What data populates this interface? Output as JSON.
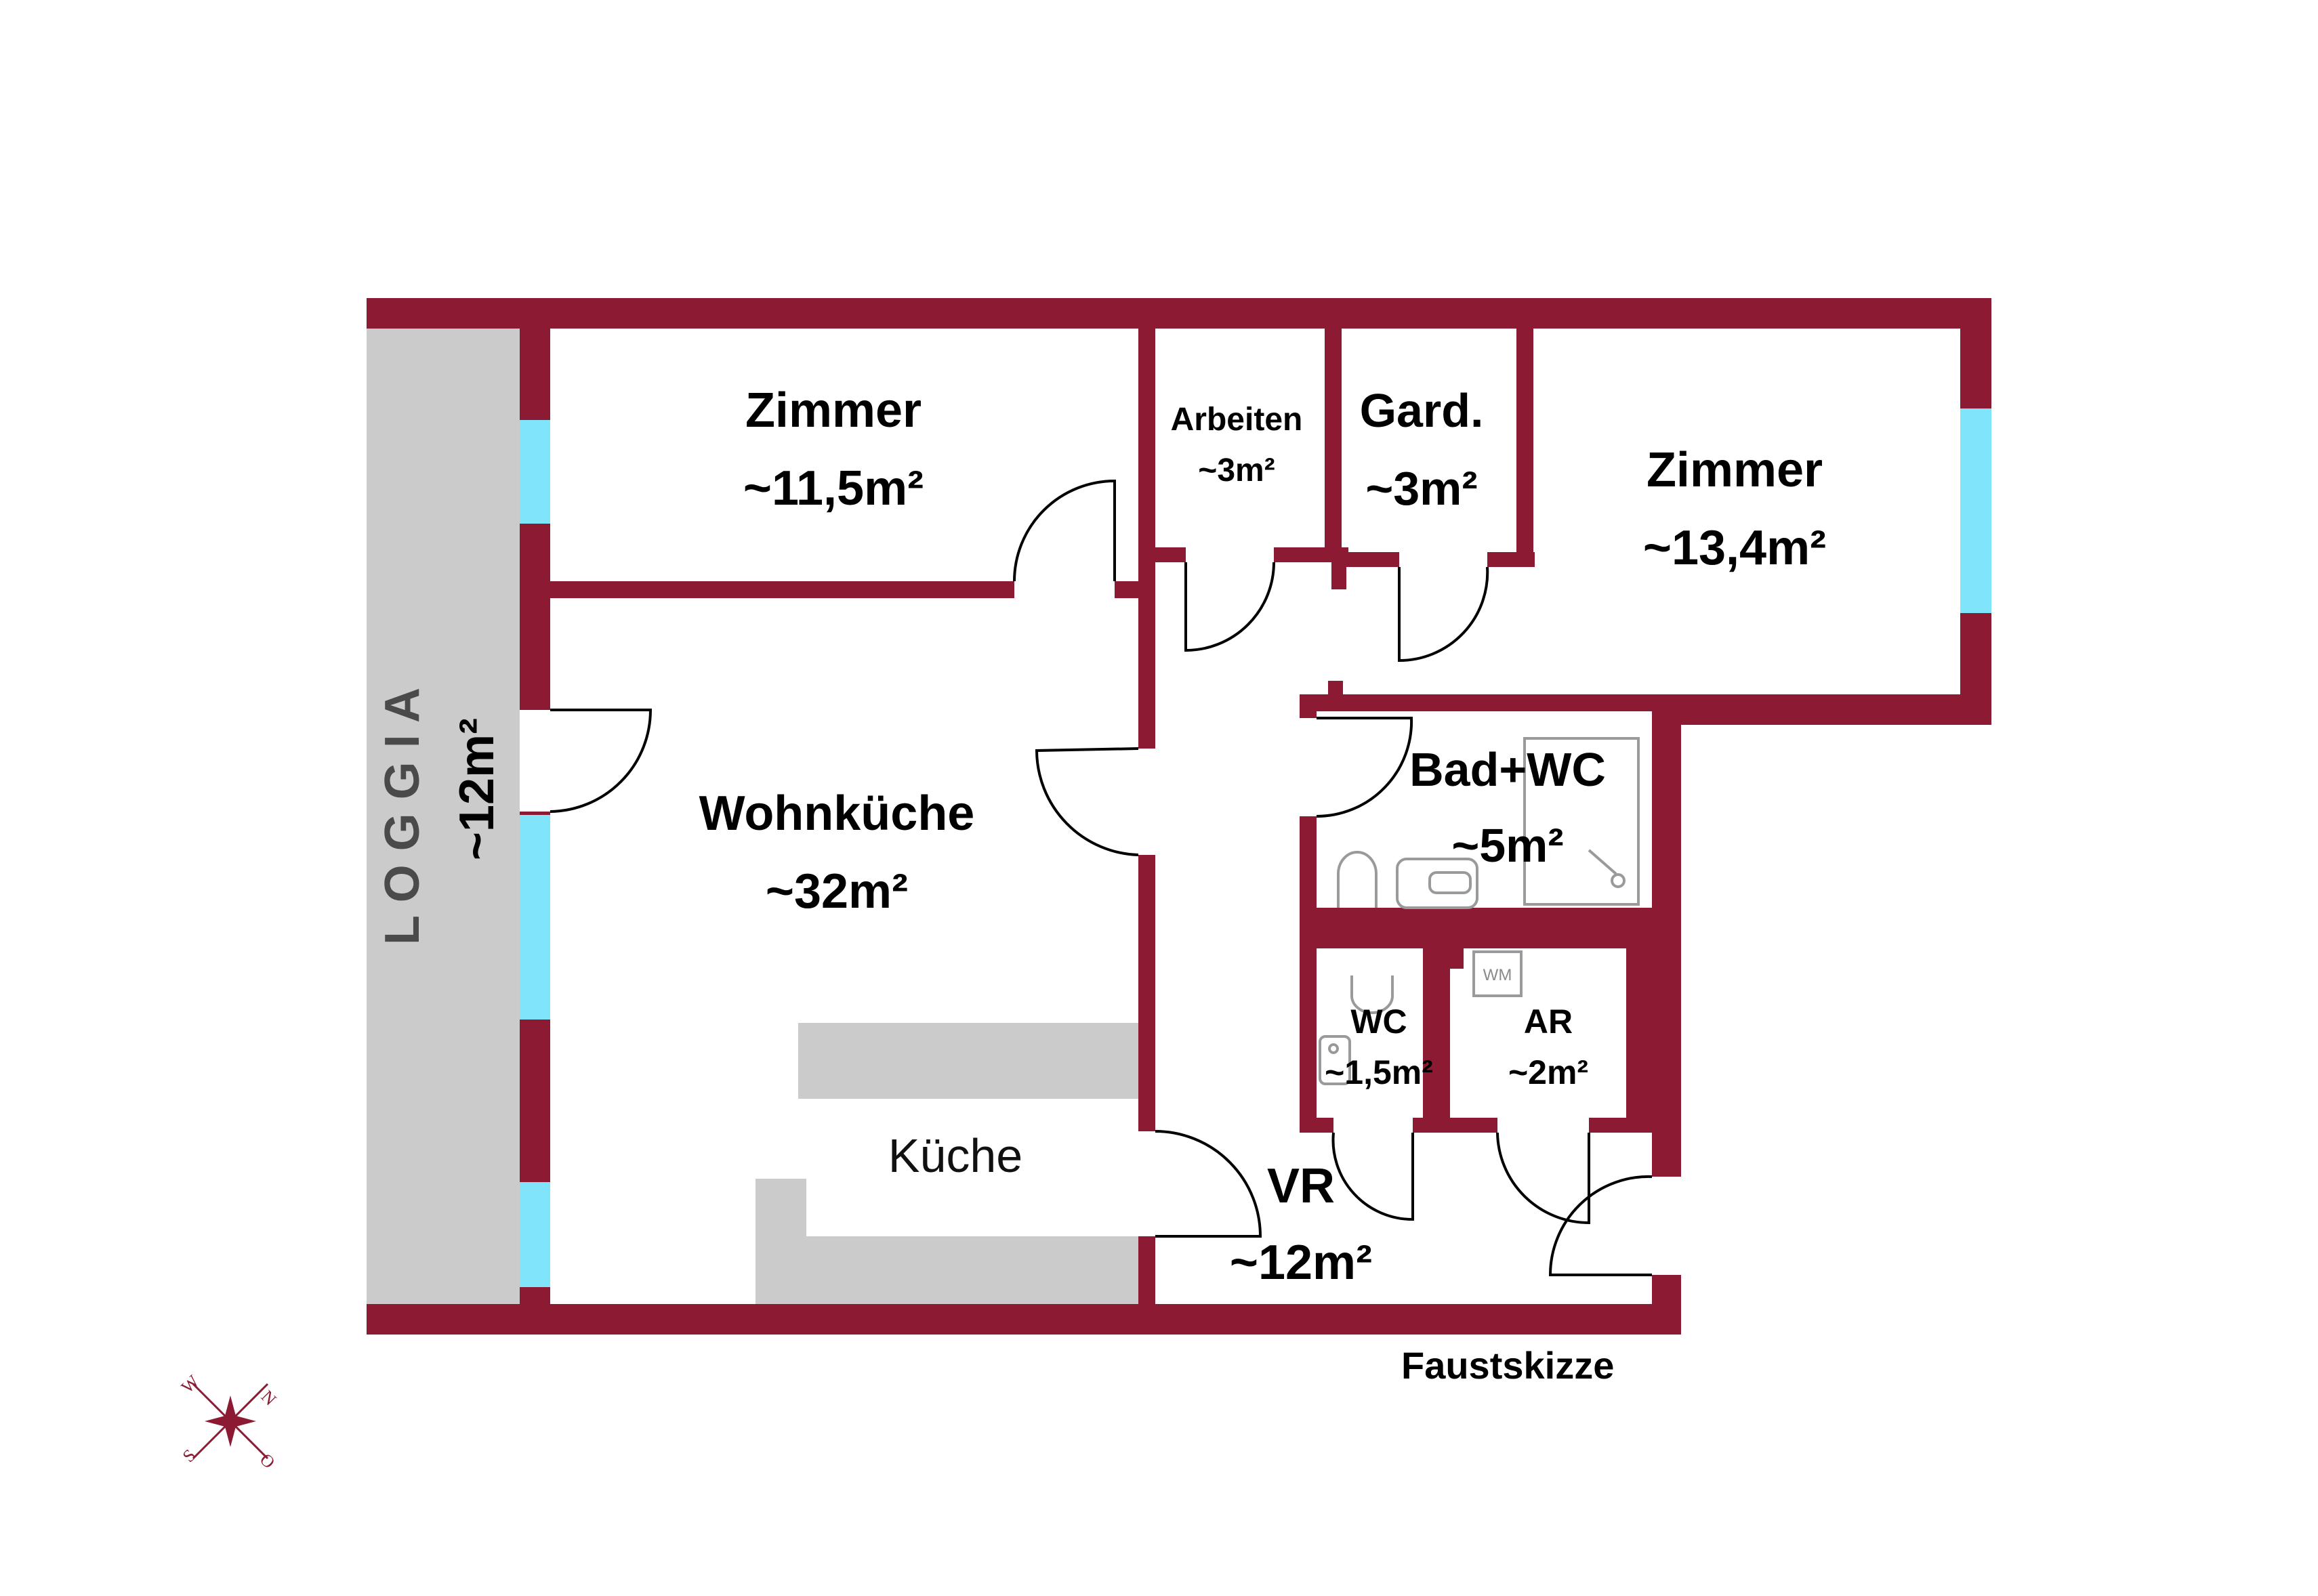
{
  "colors": {
    "wall": "#8b1a32",
    "window": "#80e5fa",
    "loggia": "#cbcbcb",
    "counter": "#cbcbcb",
    "fixture": "#9a9a9a"
  },
  "loggia": {
    "letters": "L O G G I A",
    "area": "~12m²"
  },
  "rooms": {
    "zimmer_a": {
      "name": "Zimmer",
      "area": "~11,5m²"
    },
    "arbeiten": {
      "name": "Arbeiten",
      "area": "~3m²"
    },
    "gard": {
      "name": "Gard.",
      "area": "~3m²"
    },
    "zimmer_b": {
      "name": "Zimmer",
      "area": "~13,4m²"
    },
    "wohnkueche": {
      "name": "Wohnküche",
      "area": "~32m²"
    },
    "kueche": {
      "name": "Küche"
    },
    "bad": {
      "name": "Bad+WC",
      "area": "~5m²"
    },
    "wc": {
      "name": "WC",
      "area": "~1,5m²"
    },
    "ar": {
      "name": "AR",
      "area": "~2m²"
    },
    "vr": {
      "name": "VR",
      "area": "~12m²"
    }
  },
  "fixtures": {
    "washer": "WM"
  },
  "footer": {
    "caption": "Faustskizze"
  },
  "compass": {
    "n": "N",
    "o": "O",
    "s": "S",
    "w": "W"
  }
}
